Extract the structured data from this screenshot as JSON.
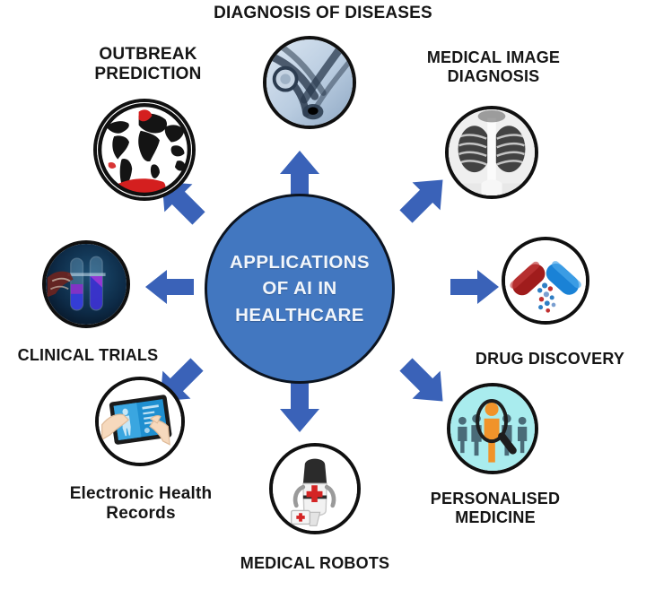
{
  "diagram": {
    "title": "Applications of AI in Healthcare",
    "type": "hub-and-spoke",
    "background": "#ffffff",
    "center": {
      "label": "APPLICATIONS\nOF AI IN\nHEALTHCARE",
      "fill": "#4277c0",
      "stroke": "#0c1420",
      "text_color": "#f2f6fb"
    },
    "arrow_color": "#3a62b8",
    "nodes": [
      {
        "id": "diagnosis-of-diseases",
        "label": "DIAGNOSIS OF DISEASES",
        "icon": "stethoscope-icon",
        "label_position": "above",
        "direction": "up"
      },
      {
        "id": "medical-image-diagnosis",
        "label": "MEDICAL IMAGE\nDIAGNOSIS",
        "icon": "chest-xray-icon",
        "label_position": "above",
        "direction": "up-right"
      },
      {
        "id": "drug-discovery",
        "label": "DRUG DISCOVERY",
        "icon": "capsule-pill-icon",
        "label_position": "below",
        "direction": "right"
      },
      {
        "id": "personalised-medicine",
        "label": "PERSONALISED\nMEDICINE",
        "icon": "people-magnifier-icon",
        "label_position": "below",
        "direction": "down-right"
      },
      {
        "id": "medical-robots",
        "label": "MEDICAL ROBOTS",
        "icon": "robot-icon",
        "label_position": "below",
        "direction": "down"
      },
      {
        "id": "electronic-health-records",
        "label": "Electronic Health\nRecords",
        "icon": "tablet-hands-icon",
        "label_position": "below",
        "direction": "down-left"
      },
      {
        "id": "clinical-trials",
        "label": "CLINICAL TRIALS",
        "icon": "test-tubes-icon",
        "label_position": "below",
        "direction": "left"
      },
      {
        "id": "outbreak-prediction",
        "label": "OUTBREAK\nPREDICTION",
        "icon": "world-map-icon",
        "label_position": "above",
        "direction": "up-left"
      }
    ]
  }
}
